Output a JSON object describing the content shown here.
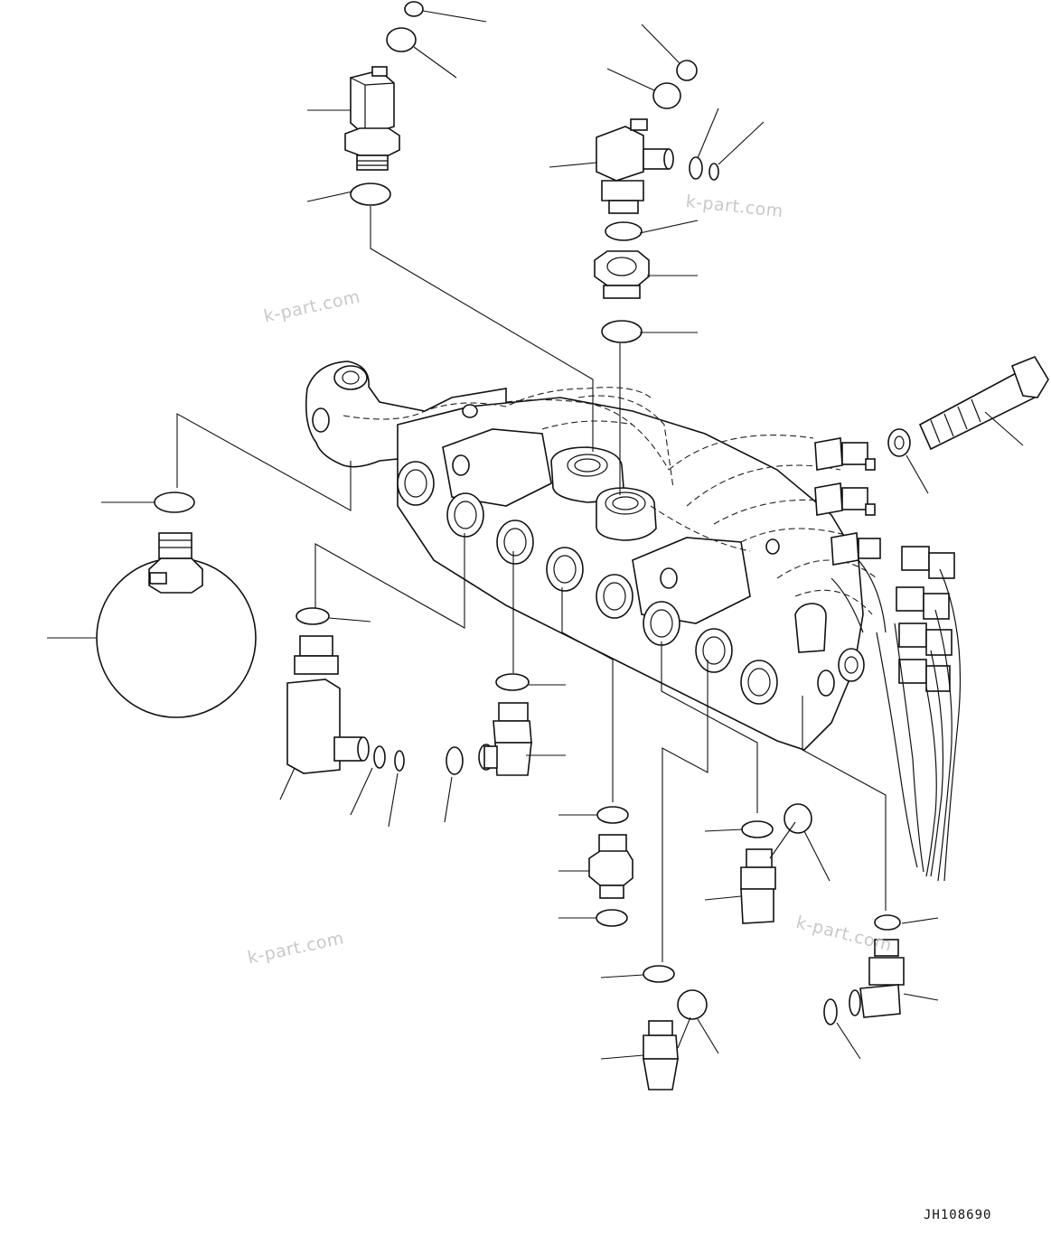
{
  "watermarks": [
    "k-part.com",
    "k-part.com",
    "k-part.com",
    "k-part.com"
  ],
  "drawing_id": "JH108690",
  "colors": {
    "line": "#111111",
    "background": "#ffffff",
    "watermark": "#c8c8c8"
  }
}
